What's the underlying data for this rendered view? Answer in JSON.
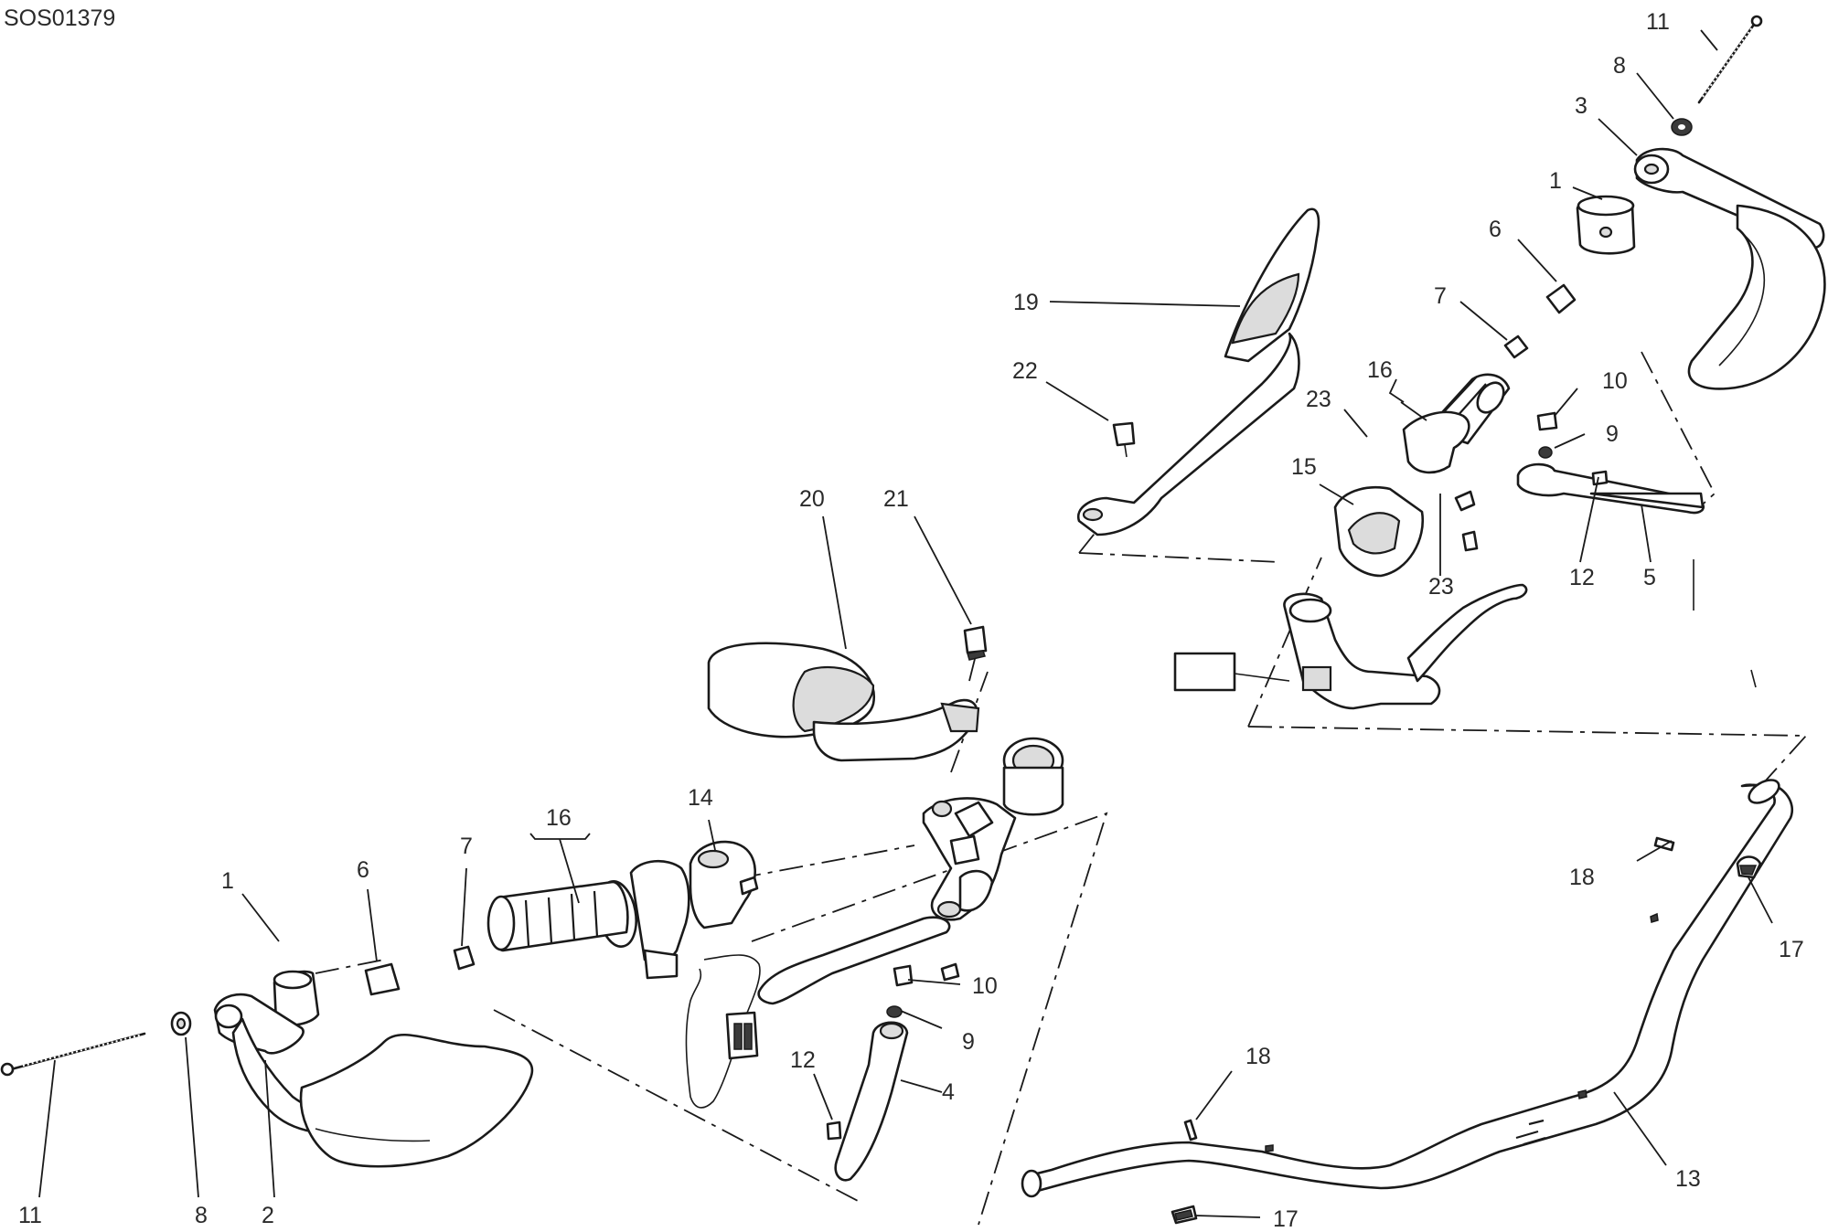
{
  "diagram": {
    "reference_code": "SOS01379",
    "callouts": [
      {
        "id": "c1a",
        "label": "11"
      },
      {
        "id": "c2a",
        "label": "8"
      },
      {
        "id": "c3a",
        "label": "3"
      },
      {
        "id": "c4a",
        "label": "1"
      },
      {
        "id": "c5a",
        "label": "6"
      },
      {
        "id": "c6a",
        "label": "7"
      },
      {
        "id": "c7a",
        "label": "19"
      },
      {
        "id": "c8a",
        "label": "22"
      },
      {
        "id": "c9a",
        "label": "16"
      },
      {
        "id": "c10a",
        "label": "23"
      },
      {
        "id": "c11a",
        "label": "10"
      },
      {
        "id": "c12a",
        "label": "9"
      },
      {
        "id": "c13a",
        "label": "15"
      },
      {
        "id": "c14a",
        "label": "23"
      },
      {
        "id": "c15a",
        "label": "12"
      },
      {
        "id": "c16a",
        "label": "5"
      },
      {
        "id": "c17a",
        "label": "20"
      },
      {
        "id": "c18a",
        "label": "21"
      },
      {
        "id": "c19a",
        "label": "16"
      },
      {
        "id": "c20a",
        "label": "14"
      },
      {
        "id": "c21a",
        "label": "1"
      },
      {
        "id": "c22a",
        "label": "6"
      },
      {
        "id": "c23a",
        "label": "7"
      },
      {
        "id": "c24a",
        "label": "10"
      },
      {
        "id": "c25a",
        "label": "9"
      },
      {
        "id": "c26a",
        "label": "12"
      },
      {
        "id": "c27a",
        "label": "4"
      },
      {
        "id": "c28a",
        "label": "18"
      },
      {
        "id": "c29a",
        "label": "17"
      },
      {
        "id": "c30a",
        "label": "18"
      },
      {
        "id": "c31a",
        "label": "13"
      },
      {
        "id": "c32a",
        "label": "17"
      },
      {
        "id": "c33a",
        "label": "11"
      },
      {
        "id": "c34a",
        "label": "8"
      },
      {
        "id": "c35a",
        "label": "2"
      }
    ]
  }
}
